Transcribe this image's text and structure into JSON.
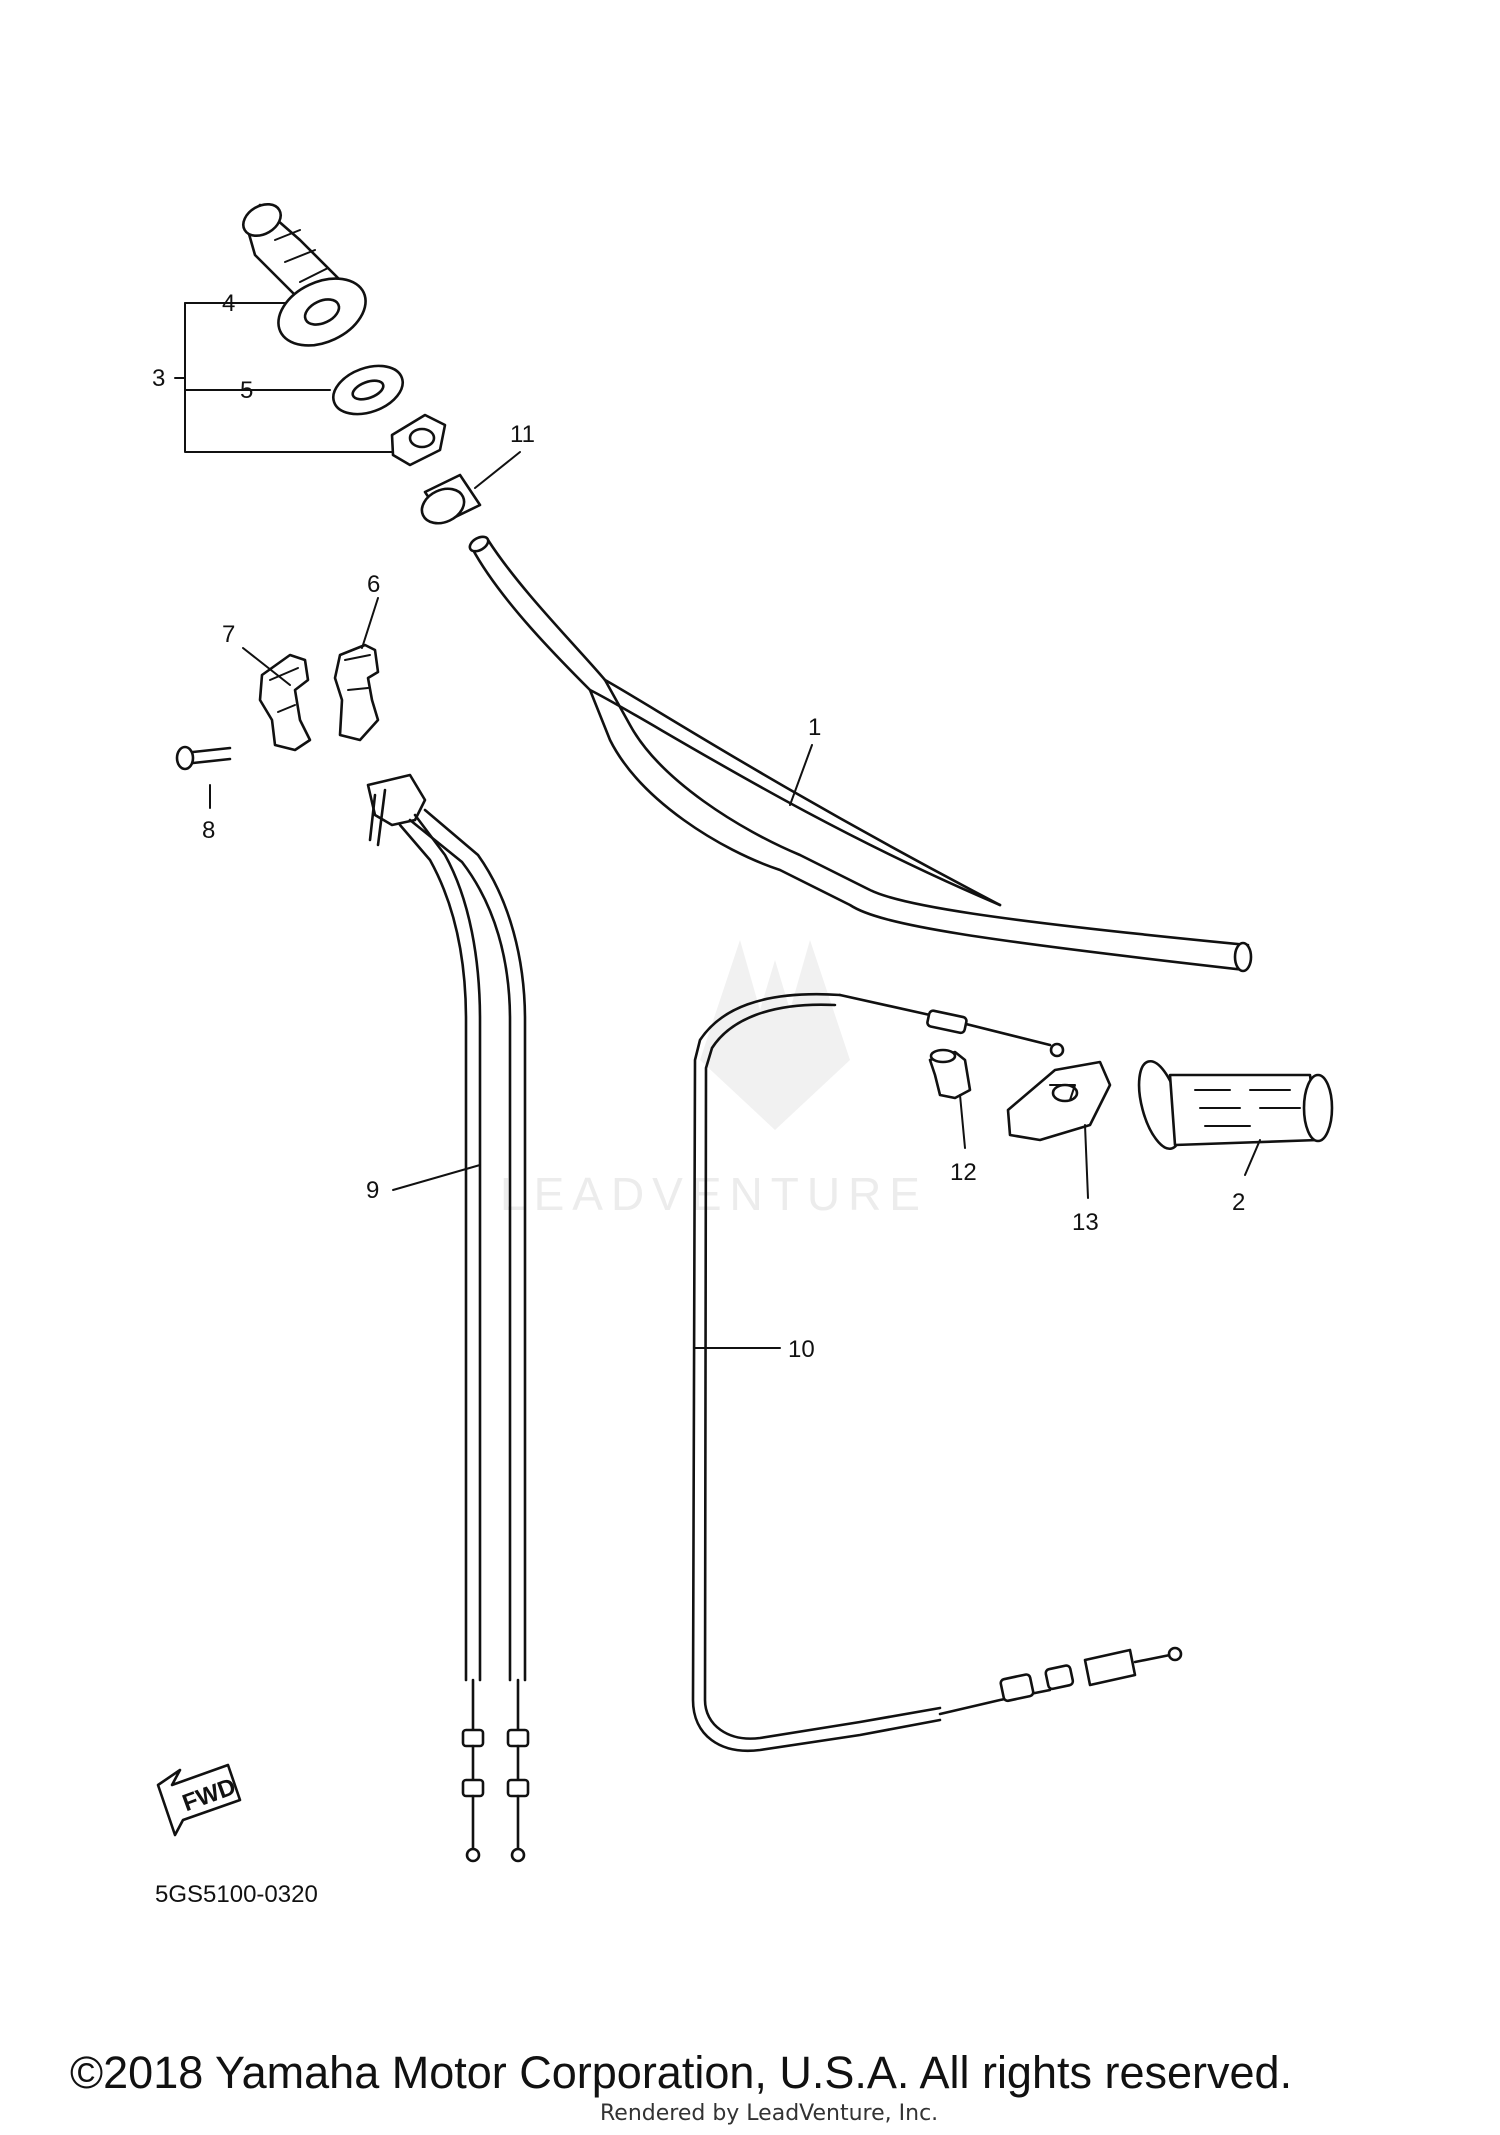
{
  "callouts": [
    {
      "id": "1",
      "text": "1"
    },
    {
      "id": "2",
      "text": "2"
    },
    {
      "id": "3",
      "text": "3"
    },
    {
      "id": "4",
      "text": "4"
    },
    {
      "id": "5",
      "text": "5"
    },
    {
      "id": "6",
      "text": "6"
    },
    {
      "id": "7",
      "text": "7"
    },
    {
      "id": "8",
      "text": "8"
    },
    {
      "id": "9",
      "text": "9"
    },
    {
      "id": "10",
      "text": "10"
    },
    {
      "id": "11",
      "text": "11"
    },
    {
      "id": "12",
      "text": "12"
    },
    {
      "id": "13",
      "text": "13"
    }
  ],
  "fwd_label": "FWD",
  "diagram_code": "5GS5100-0320",
  "watermark": "LEADVENTURE",
  "copyright": "©2018 Yamaha Motor Corporation, U.S.A. All rights reserved.",
  "rendered_by": "Rendered by LeadVenture, Inc."
}
